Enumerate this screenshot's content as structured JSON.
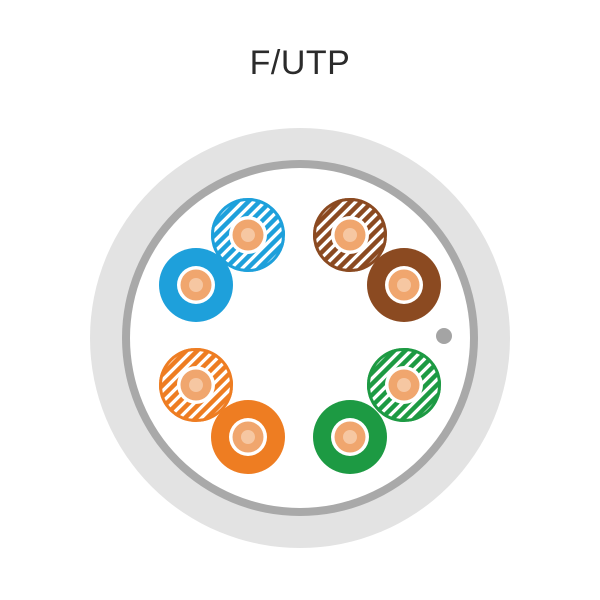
{
  "title": "F/UTP",
  "colors": {
    "jacket": "#e3e3e3",
    "foil": "#a9a9a9",
    "interior": "#ffffff",
    "drain_wire": "#a4a4a4",
    "conductor": "#f0a66e",
    "conductor_highlight": "#fbe2cd",
    "conductor_ring": "#ffffff",
    "blue": "#1ea0db",
    "brown": "#8b4a21",
    "orange": "#ee7d22",
    "green": "#1d9a43"
  },
  "pairs": [
    {
      "name": "blue-pair",
      "color_key": "blue"
    },
    {
      "name": "brown-pair",
      "color_key": "brown"
    },
    {
      "name": "orange-pair",
      "color_key": "orange"
    },
    {
      "name": "green-pair",
      "color_key": "green"
    }
  ]
}
